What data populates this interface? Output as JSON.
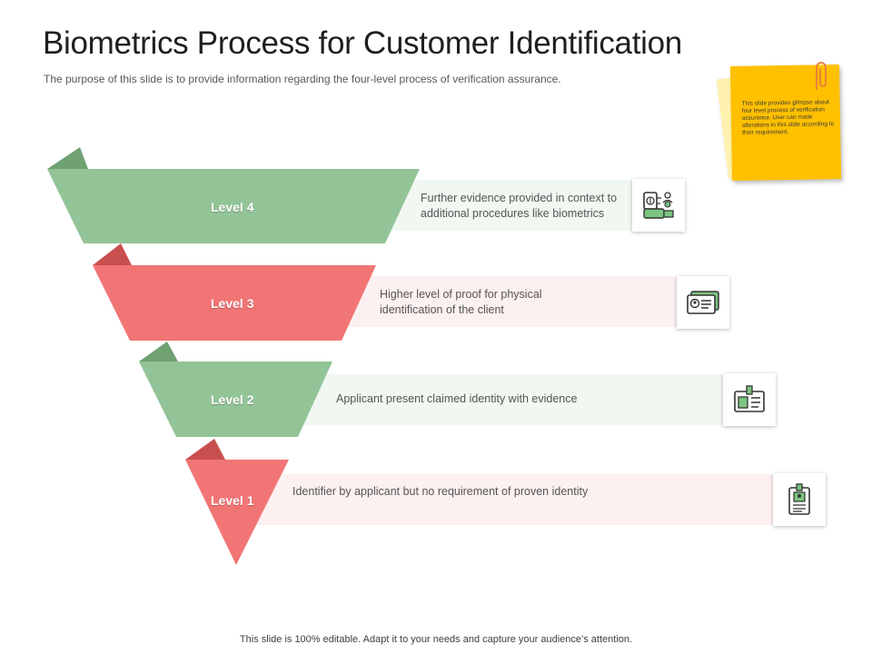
{
  "title": "Biometrics Process for Customer Identification",
  "subtitle": "The purpose of this slide is to provide information regarding the four-level process of verification assurance.",
  "note": "This slide provides glimpse about four level process of verification assurance. User can made alterations in this slide according to their requirement.",
  "levels": [
    {
      "label": "Level 4",
      "line1": "Further evidence provided in context to",
      "line2": "additional procedures like biometrics",
      "icon": "fingerprint-scan-icon",
      "color": "#93c497",
      "band": "#f1f7f1"
    },
    {
      "label": "Level 3",
      "line1": "Higher level of proof for physical",
      "line2": "identification of the client",
      "icon": "id-card-icon",
      "color": "#f27575",
      "band": "#fdf0f0"
    },
    {
      "label": "Level 2",
      "line1": "Applicant present claimed identity with evidence",
      "line2": "",
      "icon": "badge-icon",
      "color": "#93c497",
      "band": "#f1f7f1"
    },
    {
      "label": "Level 1",
      "line1": "Identifier by applicant but no requirement of proven identity",
      "line2": "",
      "icon": "id-badge-icon",
      "color": "#f27575",
      "band": "#fdf0f0"
    }
  ],
  "footer": "This slide is 100% editable. Adapt it to your needs and capture your audience’s attention."
}
